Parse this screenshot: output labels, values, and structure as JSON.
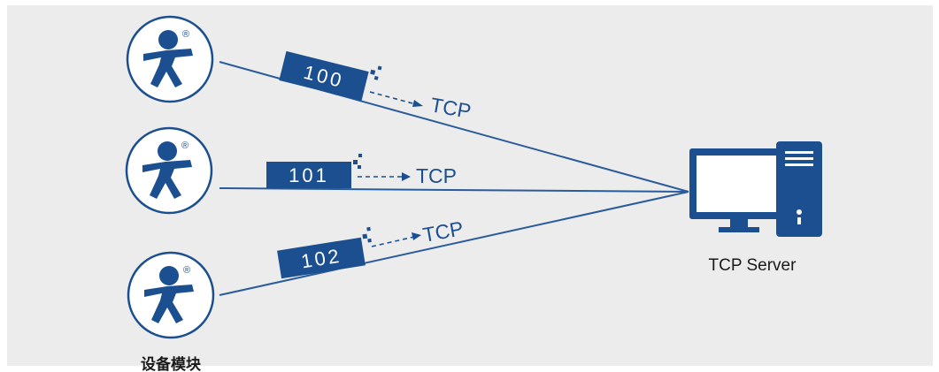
{
  "diagram": {
    "devices": [
      {
        "id": "100",
        "protocol": "TCP"
      },
      {
        "id": "101",
        "protocol": "TCP"
      },
      {
        "id": "102",
        "protocol": "TCP"
      }
    ],
    "devices_label": "设备模块",
    "server_label": "TCP Server",
    "logo_mark": "®",
    "colors": {
      "background": "#ececec",
      "primary": "#1b4f8f",
      "line": "#2a5b9a",
      "text_dark": "#1a1a1a",
      "tag_text": "#ffffff"
    }
  }
}
